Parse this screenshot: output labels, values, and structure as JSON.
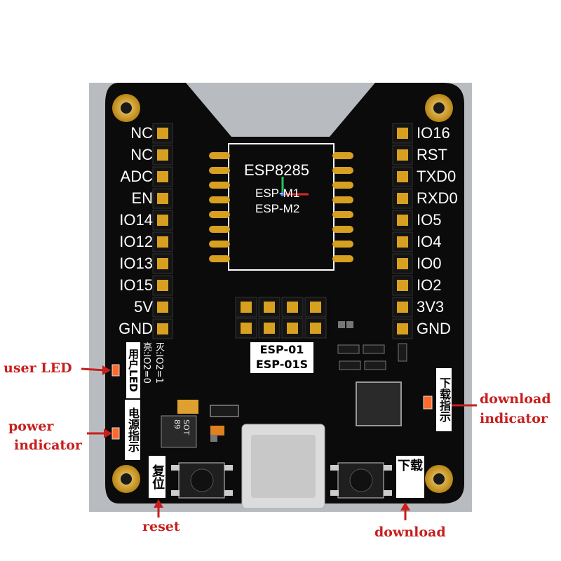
{
  "module": {
    "title": "ESP8285",
    "subtitle1": "ESP-M1",
    "subtitle2": "ESP-M2"
  },
  "left_pins": [
    "NC",
    "NC",
    "ADC",
    "EN",
    "IO14",
    "IO12",
    "IO13",
    "IO15",
    "5V",
    "GND"
  ],
  "right_pins": [
    "IO16",
    "RST",
    "TXD0",
    "RXD0",
    "IO5",
    "IO4",
    "IO0",
    "IO2",
    "3V3",
    "GND"
  ],
  "header_box": {
    "line1": "ESP-01",
    "line2": "ESP-01S"
  },
  "silkscreen": {
    "user_led": "用户LED",
    "led_state_on": "亮:IO2=0",
    "led_state_off": "灭:IO2=1",
    "power_indicator": "电源指示",
    "download_indicator": "下载指示",
    "reset_button": "复位",
    "download_button": "下载",
    "ldo_marking": "SOT 89"
  },
  "callouts": {
    "user_led": "user LED",
    "power_line1": "power",
    "power_line2": "indicator",
    "download_ind_line1": "download",
    "download_ind_line2": "indicator",
    "reset": "reset",
    "download": "download"
  },
  "colors": {
    "board": "#0a0a0a",
    "background_plate": "#b8bcc0",
    "gold": "#d8a020",
    "callout": "#c81e1e",
    "silk": "#ffffff"
  }
}
